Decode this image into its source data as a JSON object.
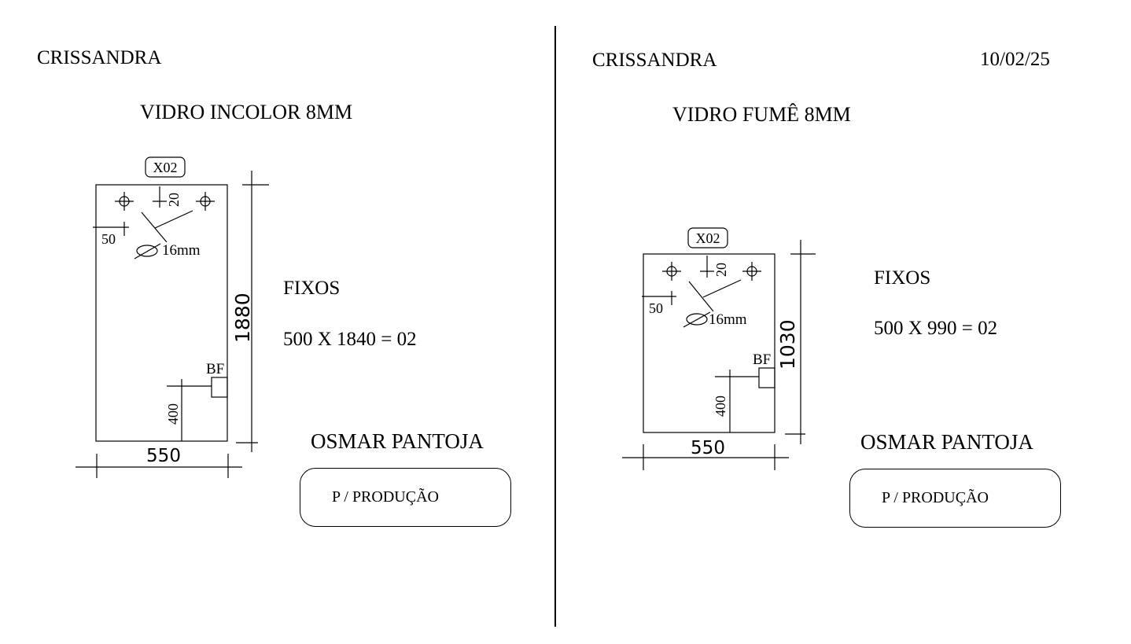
{
  "left": {
    "client": "CRISSANDRA",
    "glass": "VIDRO INCOLOR 8MM",
    "tag": "X02",
    "dim_top_offset": "20",
    "dim_side_offset": "50",
    "hole_diameter": "16mm",
    "height": "1880",
    "width": "550",
    "bf_label": "BF",
    "bf_height": "400",
    "fixos_label": "FIXOS",
    "fixos_dims": "500 X 1840 = 02",
    "person": "OSMAR PANTOJA",
    "note": "P / PRODUÇÃO"
  },
  "right": {
    "client": "CRISSANDRA",
    "date": "10/02/25",
    "glass": "VIDRO FUMÊ 8MM",
    "tag": "X02",
    "dim_top_offset": "20",
    "dim_side_offset": "50",
    "hole_diameter": "16mm",
    "height": "1030",
    "width": "550",
    "bf_label": "BF",
    "bf_height": "400",
    "fixos_label": "FIXOS",
    "fixos_dims": "500 X 990 = 02",
    "person": "OSMAR PANTOJA",
    "note": "P / PRODUÇÃO"
  }
}
